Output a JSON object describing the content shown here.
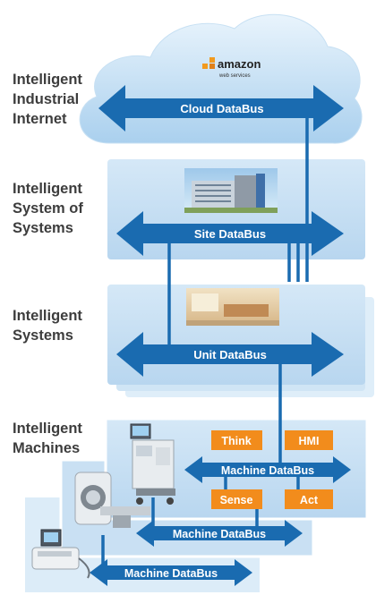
{
  "levels": [
    {
      "label": "Intelligent\nIndustrial\nInternet",
      "bus": "Cloud DataBus"
    },
    {
      "label": "Intelligent\nSystem of\nSystems",
      "bus": "Site DataBus"
    },
    {
      "label": "Intelligent\nSystems",
      "bus": "Unit DataBus"
    },
    {
      "label": "Intelligent\nMachines",
      "bus": "Machine DataBus"
    }
  ],
  "cloud_logo": {
    "brand": "amazon",
    "sub": "web services"
  },
  "machine": {
    "boxes": [
      "Think",
      "HMI",
      "Sense",
      "Act"
    ],
    "bus2": "Machine DataBus",
    "bus3": "Machine DataBus"
  },
  "colors": {
    "bus": "#1a6bb0",
    "panel": "#c4ddf1",
    "cloud": "#b9d8f0",
    "orange": "#f28c1c",
    "label": "#3d3d3d"
  }
}
